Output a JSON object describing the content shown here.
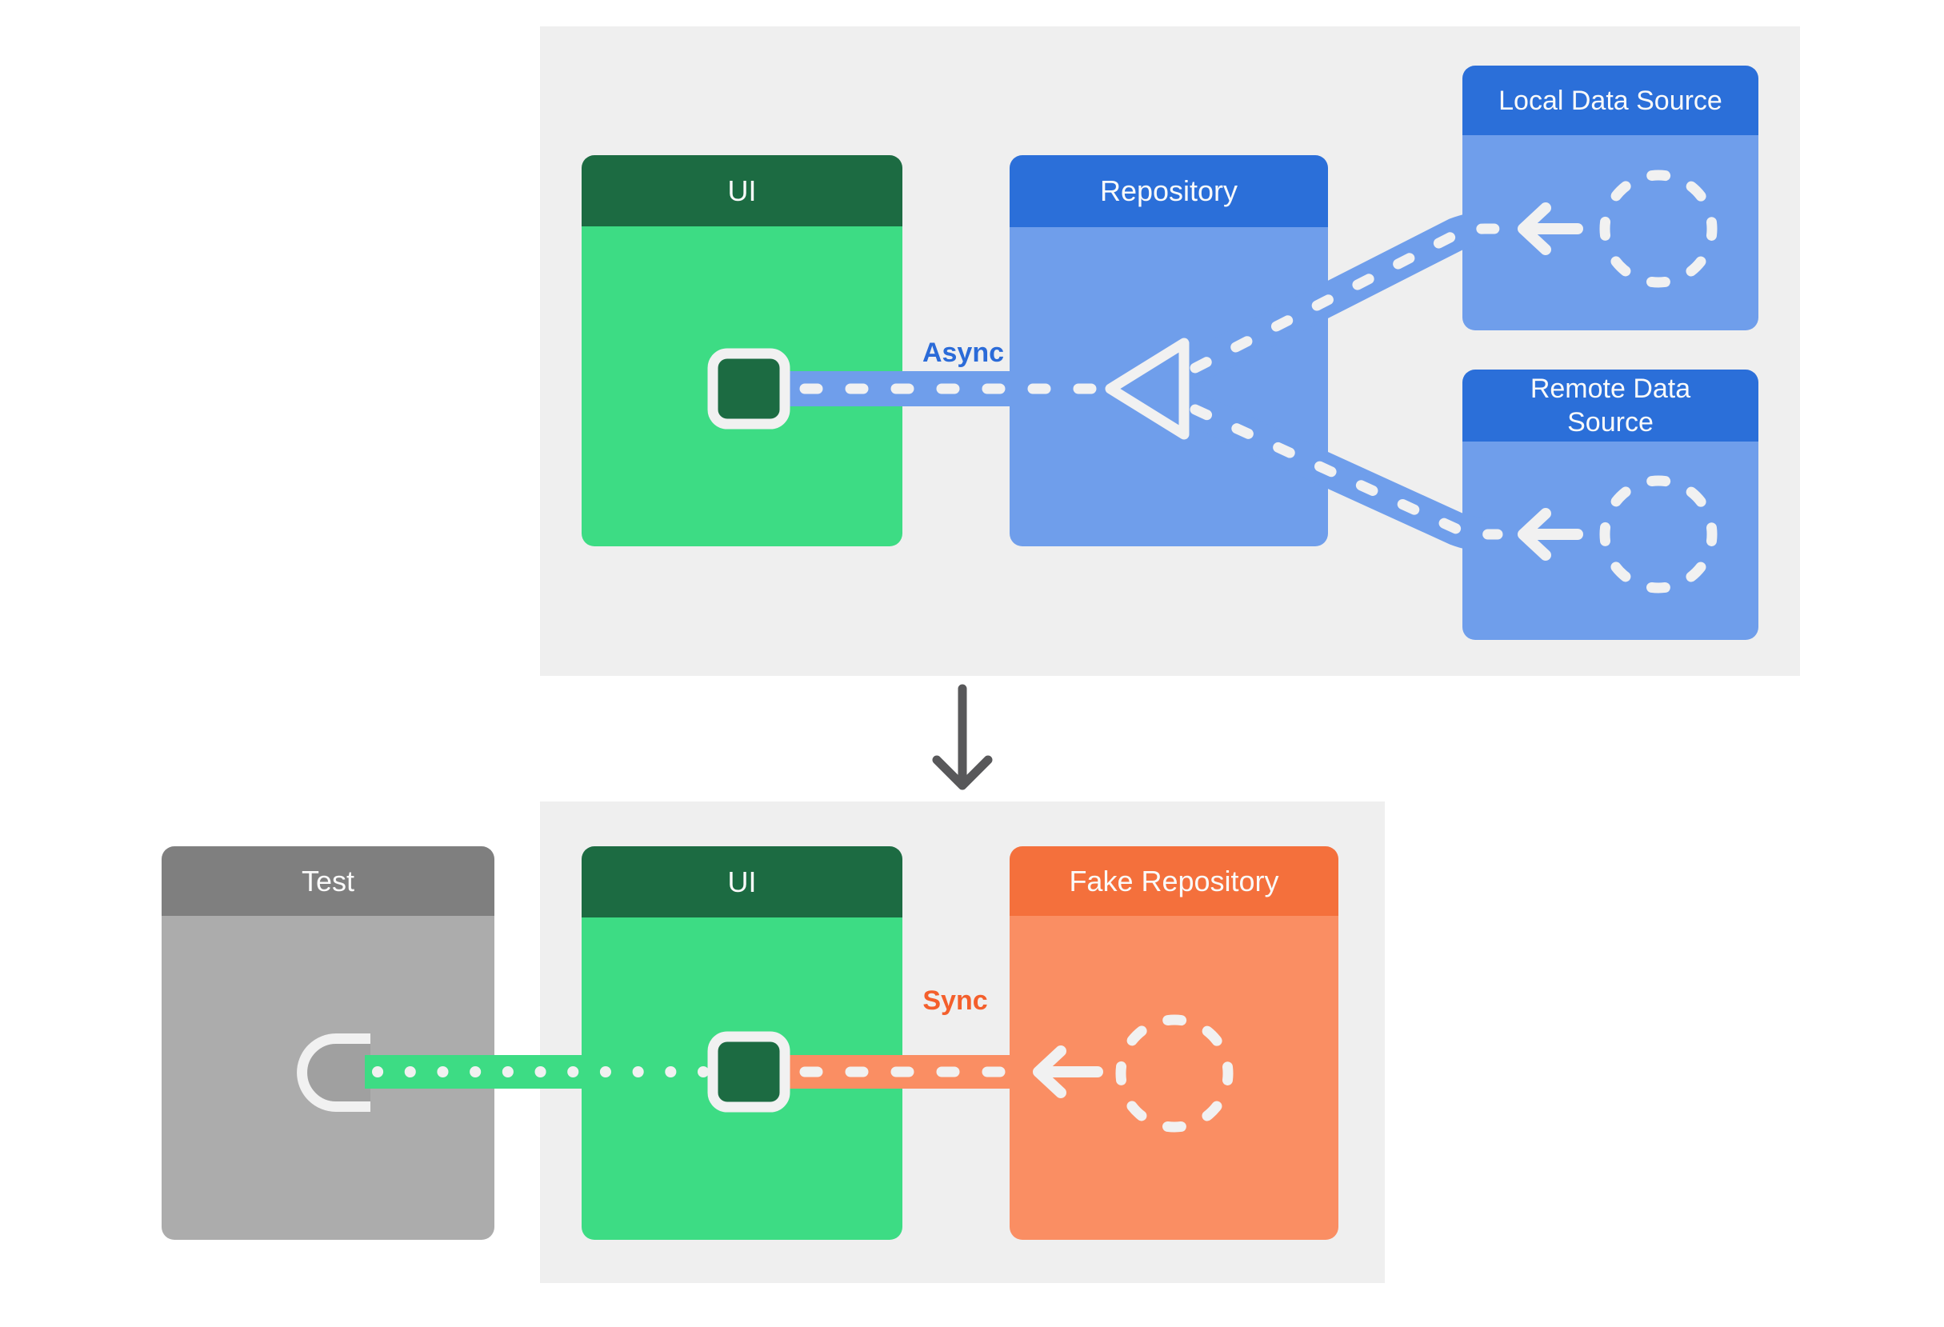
{
  "diagram": {
    "title_hint": "Architecture testing diagram: real repository with async data sources replaced by a fake repository for sync tests",
    "labels": {
      "async": "Async",
      "sync": "Sync"
    },
    "boxes": {
      "ui_top": {
        "title": "UI"
      },
      "repository": {
        "title": "Repository"
      },
      "local_data_source": {
        "title": "Local Data Source"
      },
      "remote_data_source": {
        "title": "Remote Data Source"
      },
      "test": {
        "title": "Test"
      },
      "ui_bottom": {
        "title": "UI"
      },
      "fake_repository": {
        "title": "Fake Repository"
      }
    },
    "icons": {
      "port": "dark-green rounded square with white ring (UI connection point)",
      "socket": "white D-shaped socket opening right (test harness)",
      "triangle": "open white triangle arrowhead pointing left (repository merge point)",
      "dashed_circle": "white dashed circle (data source / fake implementation)",
      "arrow_left": "solid white arrow pointing left",
      "down_arrow": "dark gray arrow pointing down between the two panels"
    },
    "colors": {
      "green_header": "#1c6b42",
      "green_body": "#3ddc84",
      "blue_header": "#2b6fd9",
      "blue_body": "#6f9eeb",
      "orange_header": "#f4703c",
      "orange_body": "#fa8e63",
      "gray_header": "#7f7f7f",
      "gray_body": "#acacac",
      "panel_bg": "#efefef",
      "page_bg": "#ffffff",
      "connector_white": "#f1f1f1",
      "socket_fill": "#a0a0a0",
      "async_text": "#2b6bd8",
      "sync_text": "#f45f2c",
      "down_arrow": "#58585a",
      "header_text": "#fafafa"
    }
  }
}
